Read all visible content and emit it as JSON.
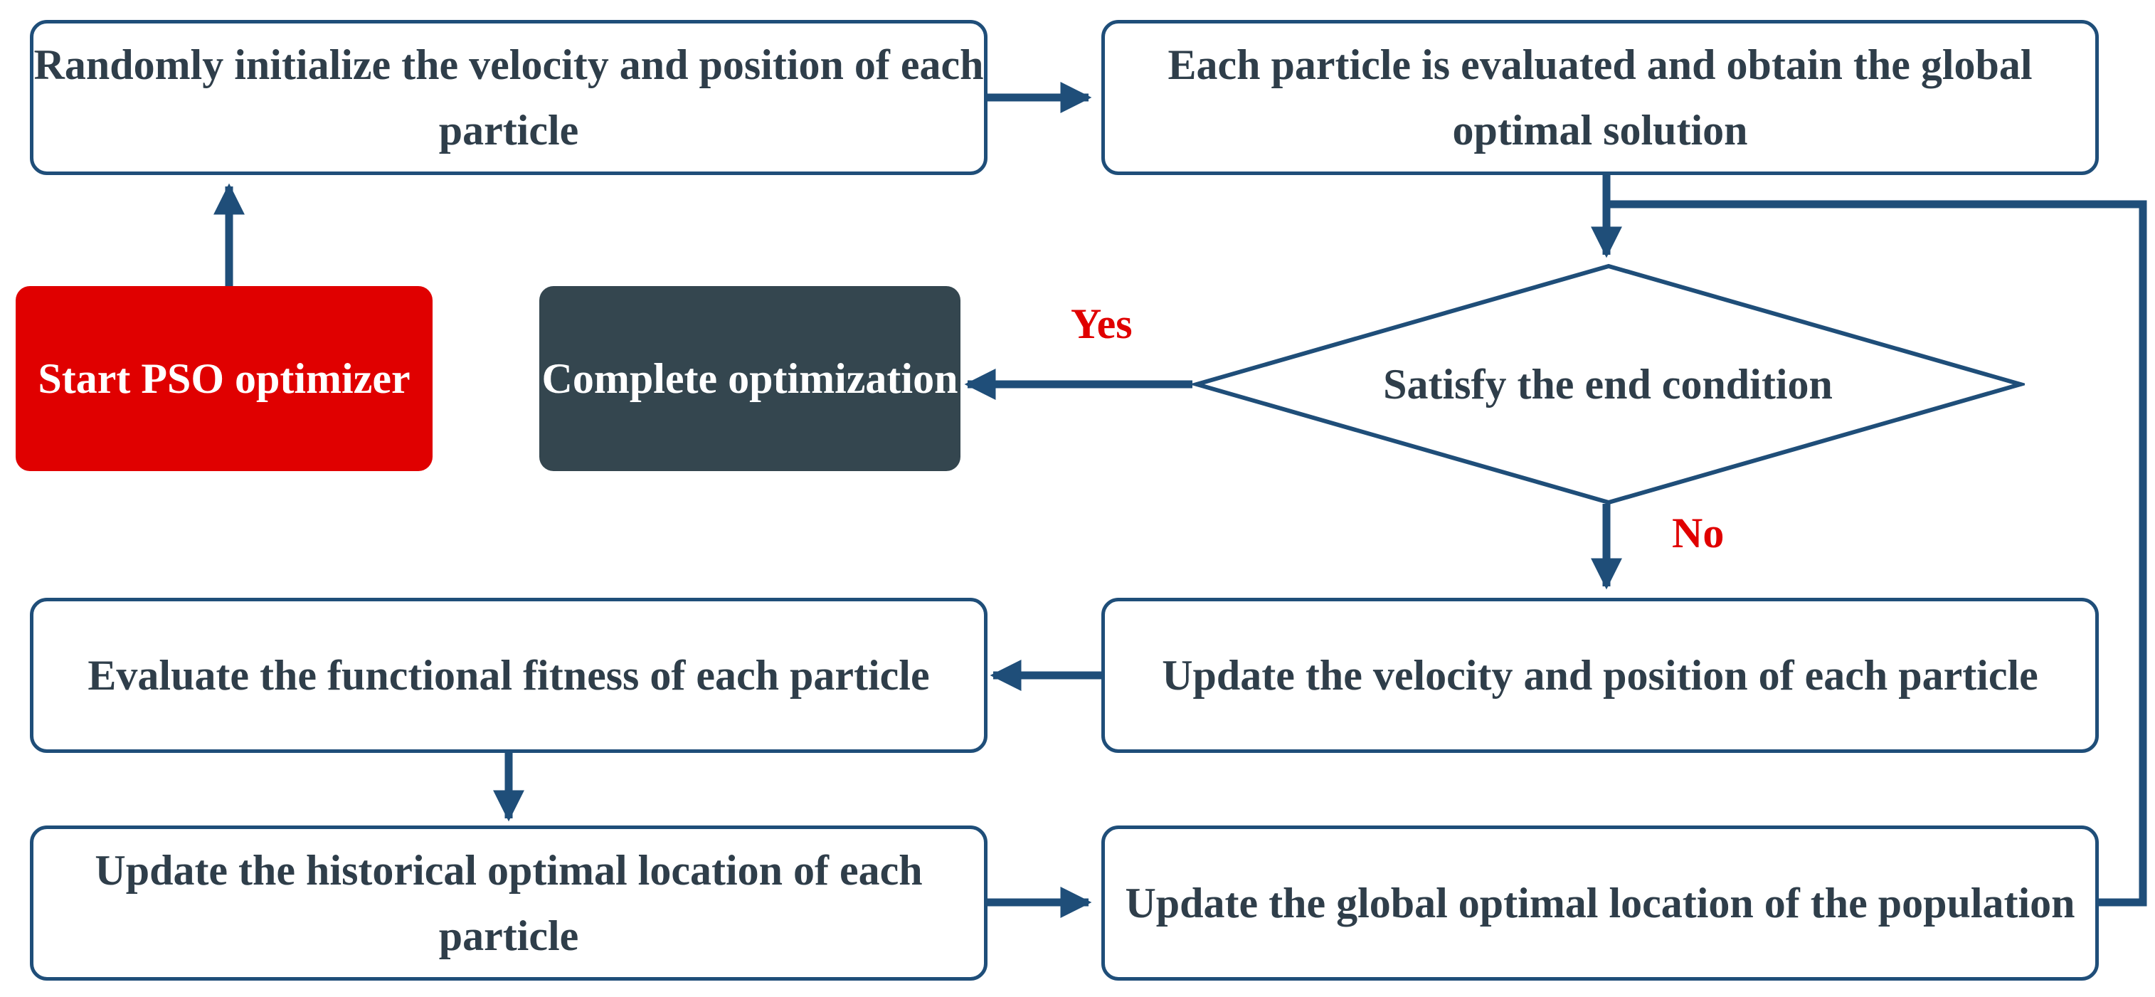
{
  "nodes": {
    "init": "Randomly initialize the velocity and position of each particle",
    "evaluate_global": "Each particle is evaluated and obtain the global optimal solution",
    "start": "Start PSO optimizer",
    "complete": "Complete optimization",
    "condition": "Satisfy the end condition",
    "evaluate_fitness": "Evaluate the functional fitness of each particle",
    "update_velocity": "Update the velocity and position of each particle",
    "update_historical": "Update the historical optimal location of each particle",
    "update_global": "Update the global optimal location of the population"
  },
  "edge_labels": {
    "yes": "Yes",
    "no": "No"
  },
  "colors": {
    "edge": "#1f4e79",
    "start_fill": "#e00000",
    "complete_fill": "#34464f",
    "label_text": "#e00000"
  }
}
